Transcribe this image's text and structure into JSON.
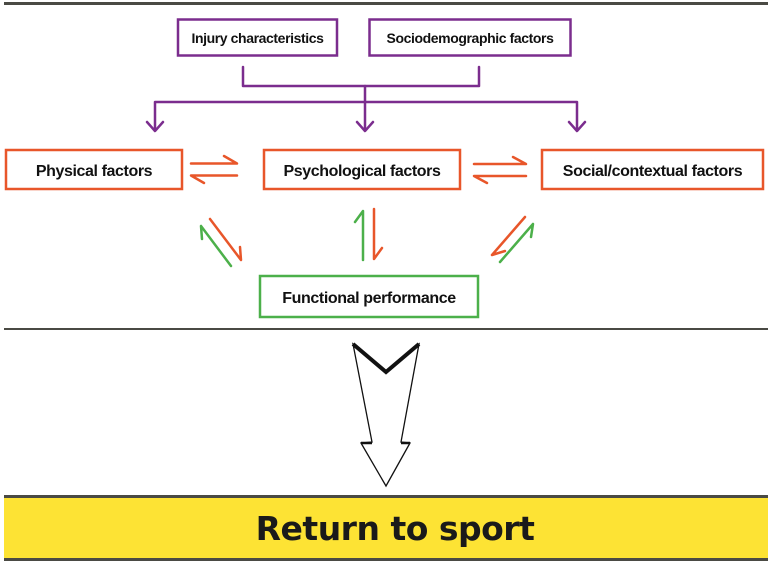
{
  "colors": {
    "determinant": "#7b2d8e",
    "factor": "#e8562a",
    "functional": "#4cb04a",
    "outcome_fill": "#fde334",
    "rule": "#4a4a44",
    "arrow_outline": "#111111"
  },
  "determinants": [
    {
      "id": "injury",
      "label": "Injury characteristics"
    },
    {
      "id": "socio",
      "label": "Sociodemographic factors"
    }
  ],
  "factors": [
    {
      "id": "physical",
      "label": "Physical factors"
    },
    {
      "id": "psychological",
      "label": "Psychological factors"
    },
    {
      "id": "social",
      "label": "Social/contextual factors"
    }
  ],
  "functional": {
    "id": "functional",
    "label": "Functional performance"
  },
  "outcome": {
    "label": "Return to sport"
  },
  "relations": [
    {
      "from": "injury",
      "to": "factors",
      "type": "merge-branch"
    },
    {
      "from": "socio",
      "to": "factors",
      "type": "merge-branch"
    },
    {
      "between": [
        "physical",
        "psychological"
      ],
      "type": "bidirectional"
    },
    {
      "between": [
        "psychological",
        "social"
      ],
      "type": "bidirectional"
    },
    {
      "between": [
        "physical",
        "functional"
      ],
      "type": "bidirectional"
    },
    {
      "between": [
        "psychological",
        "functional"
      ],
      "type": "bidirectional"
    },
    {
      "between": [
        "social",
        "functional"
      ],
      "type": "bidirectional"
    },
    {
      "from": "diagram",
      "to": "outcome",
      "type": "large-arrow"
    }
  ]
}
